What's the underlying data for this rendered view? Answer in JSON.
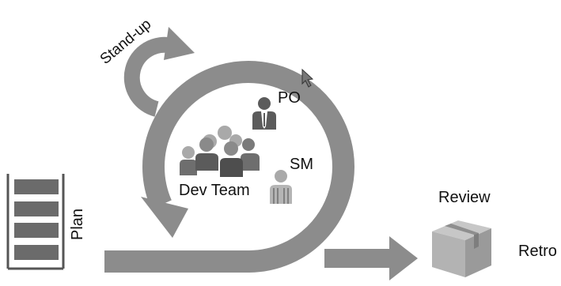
{
  "labels": {
    "standup": "Stand-up",
    "plan": "Plan",
    "po": "PO",
    "sm": "SM",
    "dev_team": "Dev Team",
    "review": "Review",
    "retro": "Retro"
  },
  "colors": {
    "loop": "#8c8c8c",
    "backlog_item": "#6b6b6b",
    "person_dark": "#5b5b5b",
    "person_light": "#a9a9a9",
    "box_light": "#c7c7c7",
    "box_dark": "#9a9a9a",
    "text": "#111111"
  },
  "icons": {
    "po": "product-owner-icon",
    "sm": "scrum-master-icon",
    "team": "dev-team-icon",
    "box": "product-box-icon",
    "cursor": "mouse-cursor-icon",
    "backlog": "backlog-stack-icon"
  }
}
